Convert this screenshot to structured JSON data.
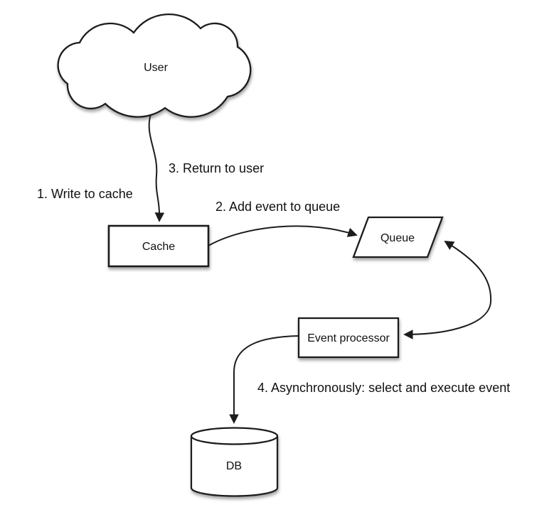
{
  "diagram": {
    "type": "flow-diagram",
    "colors": {
      "background": "#ffffff",
      "shape_fill": "#ffffff",
      "line": "#1c1c1c",
      "text": "#111111"
    },
    "nodes": [
      {
        "id": "user",
        "label": "User",
        "shape": "cloud"
      },
      {
        "id": "cache",
        "label": "Cache",
        "shape": "rectangle"
      },
      {
        "id": "queue",
        "label": "Queue",
        "shape": "parallelogram"
      },
      {
        "id": "event-processor",
        "label": "Event processor",
        "shape": "rectangle"
      },
      {
        "id": "db",
        "label": "DB",
        "shape": "cylinder"
      }
    ],
    "edges": [
      {
        "from": "user",
        "to": "cache",
        "arrow": "single",
        "labels": [
          "1. Write to cache",
          "3. Return to user"
        ]
      },
      {
        "from": "cache",
        "to": "queue",
        "arrow": "single",
        "labels": [
          "2. Add event to queue"
        ]
      },
      {
        "from": "queue",
        "to": "event-processor",
        "arrow": "double",
        "labels": []
      },
      {
        "from": "event-processor",
        "to": "db",
        "arrow": "single",
        "labels": [
          "4. Asynchronously: select and execute event"
        ]
      }
    ]
  }
}
